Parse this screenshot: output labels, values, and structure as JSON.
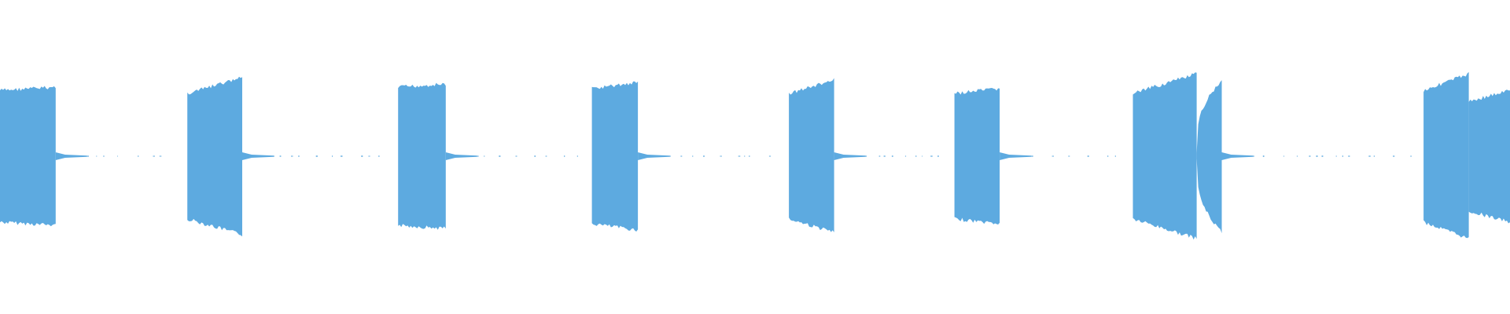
{
  "waveform": {
    "color": "#5daae0",
    "background": "#ffffff",
    "bursts": [
      {
        "start_s": 0.0,
        "end_s": 0.69,
        "amp_start": 0.84,
        "amp_end": 0.88,
        "shape": "flat"
      },
      {
        "start_s": 2.32,
        "end_s": 3.0,
        "amp_start": 0.8,
        "amp_end": 1.0,
        "shape": "flat"
      },
      {
        "start_s": 4.93,
        "end_s": 5.52,
        "amp_start": 0.88,
        "amp_end": 0.92,
        "shape": "flat"
      },
      {
        "start_s": 7.33,
        "end_s": 7.9,
        "amp_start": 0.86,
        "amp_end": 0.94,
        "shape": "flat"
      },
      {
        "start_s": 9.77,
        "end_s": 10.33,
        "amp_start": 0.8,
        "amp_end": 0.97,
        "shape": "flat"
      },
      {
        "start_s": 11.82,
        "end_s": 12.38,
        "amp_start": 0.8,
        "amp_end": 0.86,
        "shape": "flat"
      },
      {
        "start_s": 14.03,
        "end_s": 14.82,
        "amp_start": 0.8,
        "amp_end": 1.05,
        "shape": "flat"
      },
      {
        "start_s": 14.82,
        "end_s": 15.13,
        "amp_start": 0.05,
        "amp_end": 0.96,
        "shape": "rise"
      },
      {
        "start_s": 17.63,
        "end_s": 18.19,
        "amp_start": 0.84,
        "amp_end": 1.05,
        "shape": "flat"
      },
      {
        "start_s": 18.19,
        "end_s": 18.7,
        "amp_start": 0.7,
        "amp_end": 0.84,
        "shape": "ramp"
      }
    ],
    "tails": [
      {
        "start_s": 0.69,
        "end_s": 2.15
      },
      {
        "start_s": 3.0,
        "end_s": 4.7
      },
      {
        "start_s": 5.52,
        "end_s": 7.2
      },
      {
        "start_s": 7.9,
        "end_s": 9.6
      },
      {
        "start_s": 10.33,
        "end_s": 11.7
      },
      {
        "start_s": 12.38,
        "end_s": 13.9
      },
      {
        "start_s": 15.13,
        "end_s": 17.5
      }
    ],
    "duration_s": 18.7
  }
}
